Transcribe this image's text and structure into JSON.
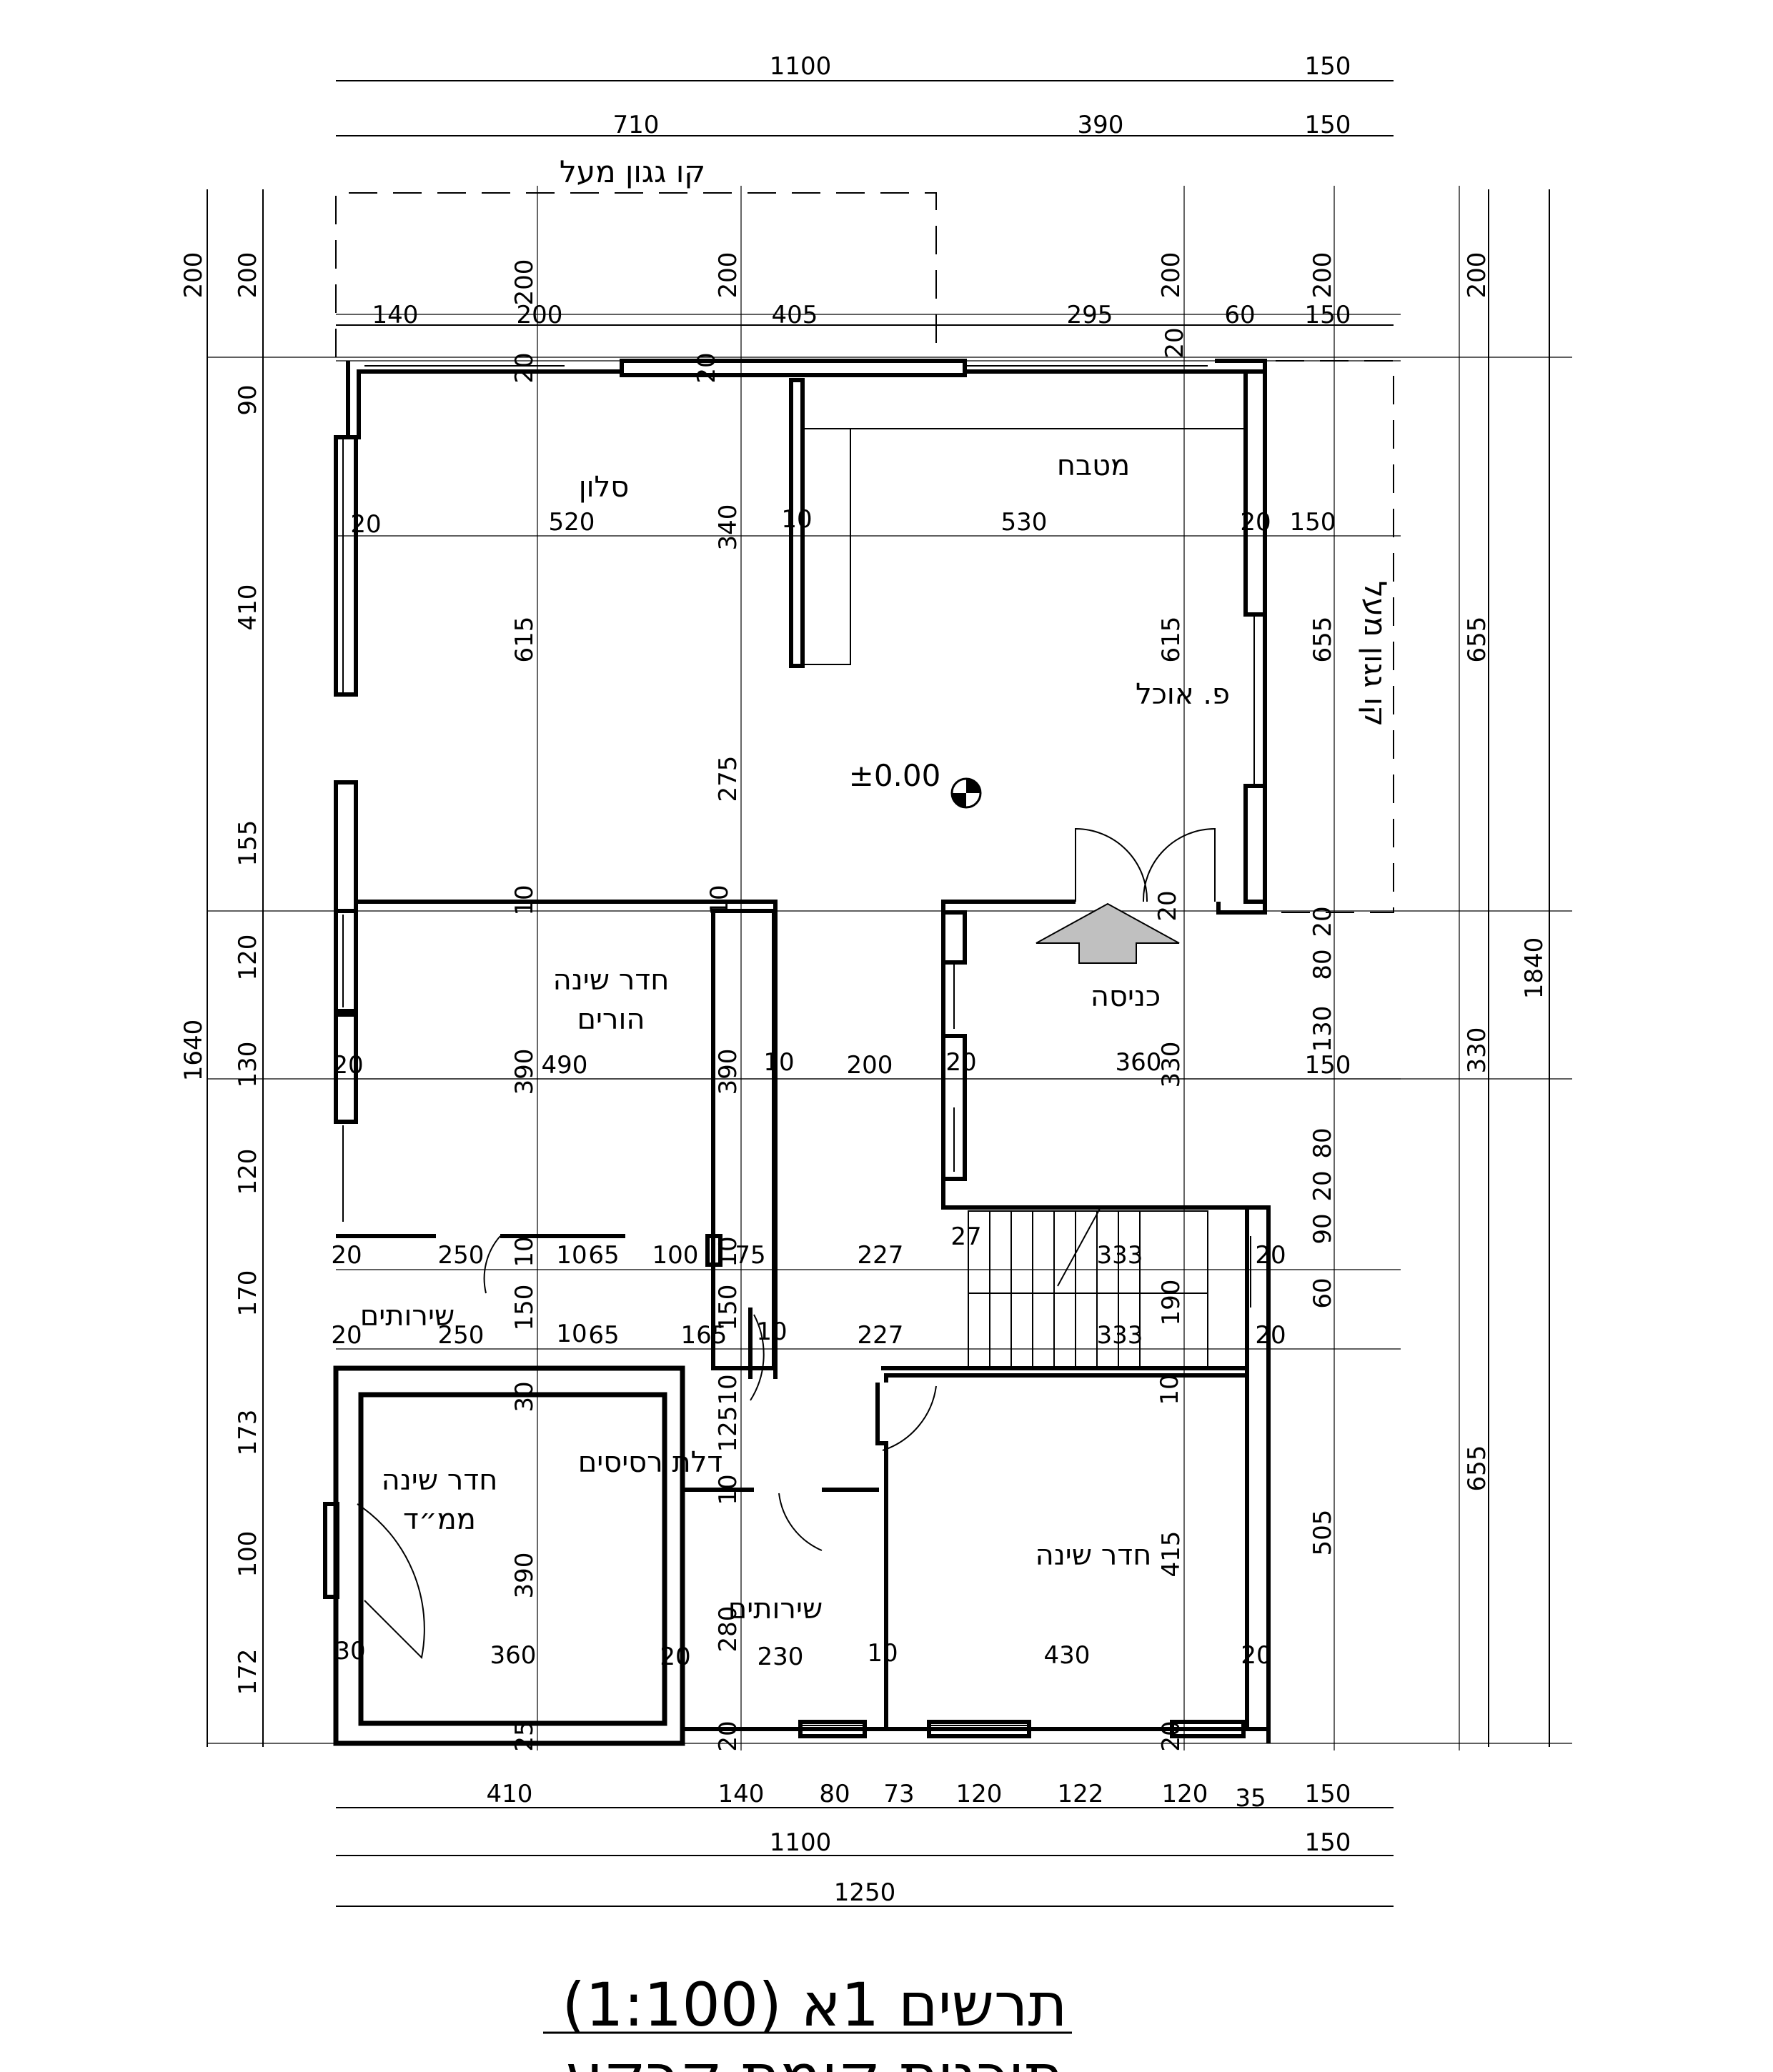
{
  "rooms": {
    "living": "סלון",
    "kitchen": "מטבח",
    "dining": "פ. אוכל",
    "parents_line1": "חדר שינה",
    "parents_line2": "הורים",
    "wc1": "שירותים",
    "safe_line1": "חדר שינה",
    "safe_line2": "ממ״ד",
    "shutter_door": "דלת רסיסים",
    "wc2": "שירותים",
    "bedroom": "חדר שינה",
    "entrance": "כניסה"
  },
  "notes": {
    "roof_line_top": "קו גגון מעל",
    "roof_line_right": "קו גגון מעל",
    "elevation": "±0.00"
  },
  "title": {
    "line1": "תרשים 1א  (1:100)",
    "line2": "תוכנית קומת קרקע"
  },
  "dims": {
    "top1": [
      "1100",
      "150"
    ],
    "top2": [
      "710",
      "390",
      "150"
    ],
    "top3": [
      "140",
      "200",
      "405",
      "295",
      "60",
      "150"
    ],
    "bottom1": [
      "410",
      "140",
      "80",
      "73",
      "120",
      "122",
      "120",
      "35",
      "150"
    ],
    "bottom2": [
      "1100",
      "150"
    ],
    "bottom3": "1250",
    "left_outer": [
      "200",
      "1640"
    ],
    "left_inner": [
      "200",
      "90",
      "410",
      "155",
      "120",
      "130",
      "120",
      "170",
      "173",
      "100",
      "172"
    ],
    "right_a": [
      "200",
      "655",
      "330",
      "655"
    ],
    "right_b": "1840",
    "right_c": [
      "200",
      "655",
      "20",
      "80",
      "130",
      "80",
      "20",
      "90",
      "60",
      "505"
    ],
    "interior": [
      "200",
      "200",
      "200",
      "20",
      "20",
      "20",
      "20",
      "520",
      "340",
      "10",
      "530",
      "20",
      "150",
      "615",
      "615",
      "275",
      "10",
      "10",
      "20",
      "20",
      "390",
      "490",
      "390",
      "10",
      "200",
      "20",
      "360",
      "330",
      "150",
      "20",
      "250",
      "10",
      "10",
      "65",
      "100",
      "10",
      "75",
      "227",
      "27",
      "333",
      "20",
      "190",
      "20",
      "250",
      "10",
      "65",
      "165",
      "150",
      "150",
      "10",
      "227",
      "333",
      "20",
      "30",
      "10",
      "125",
      "10",
      "10",
      "390",
      "415",
      "30",
      "360",
      "20",
      "280",
      "230",
      "10",
      "430",
      "20",
      "25",
      "20",
      "20"
    ]
  }
}
